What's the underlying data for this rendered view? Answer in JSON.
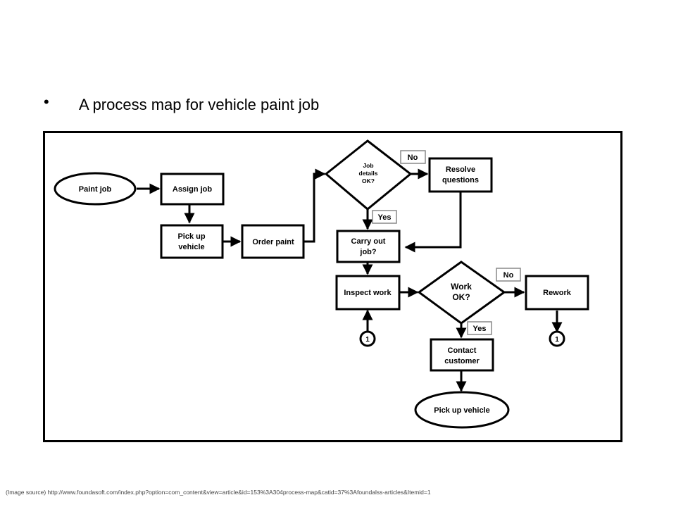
{
  "slide": {
    "bullet": "•",
    "title": "A process map for vehicle paint job",
    "source": "(Image source) http://www.foundasoft.com/index.php?option=com_content&view=article&id=153%3A304process-map&catid=37%3Afoundalss-articles&Itemid=1"
  },
  "diagram": {
    "paint_job": "Paint job",
    "assign_job": "Assign job",
    "pick_up_vehicle_1": "Pick up",
    "pick_up_vehicle_2": "vehicle",
    "order_paint": "Order paint",
    "job_details_1": "Job",
    "job_details_2": "details",
    "job_details_3": "OK?",
    "no_1": "No",
    "resolve_1": "Resolve",
    "resolve_2": "questions",
    "yes_1": "Yes",
    "carry_out_1": "Carry out",
    "carry_out_2": "job?",
    "inspect_work": "Inspect work",
    "work_ok_1": "Work",
    "work_ok_2": "OK?",
    "no_2": "No",
    "rework": "Rework",
    "yes_2": "Yes",
    "connector_left": "1",
    "connector_right": "1",
    "contact_1": "Contact",
    "contact_2": "customer",
    "pick_up_end": "Pick up vehicle"
  }
}
